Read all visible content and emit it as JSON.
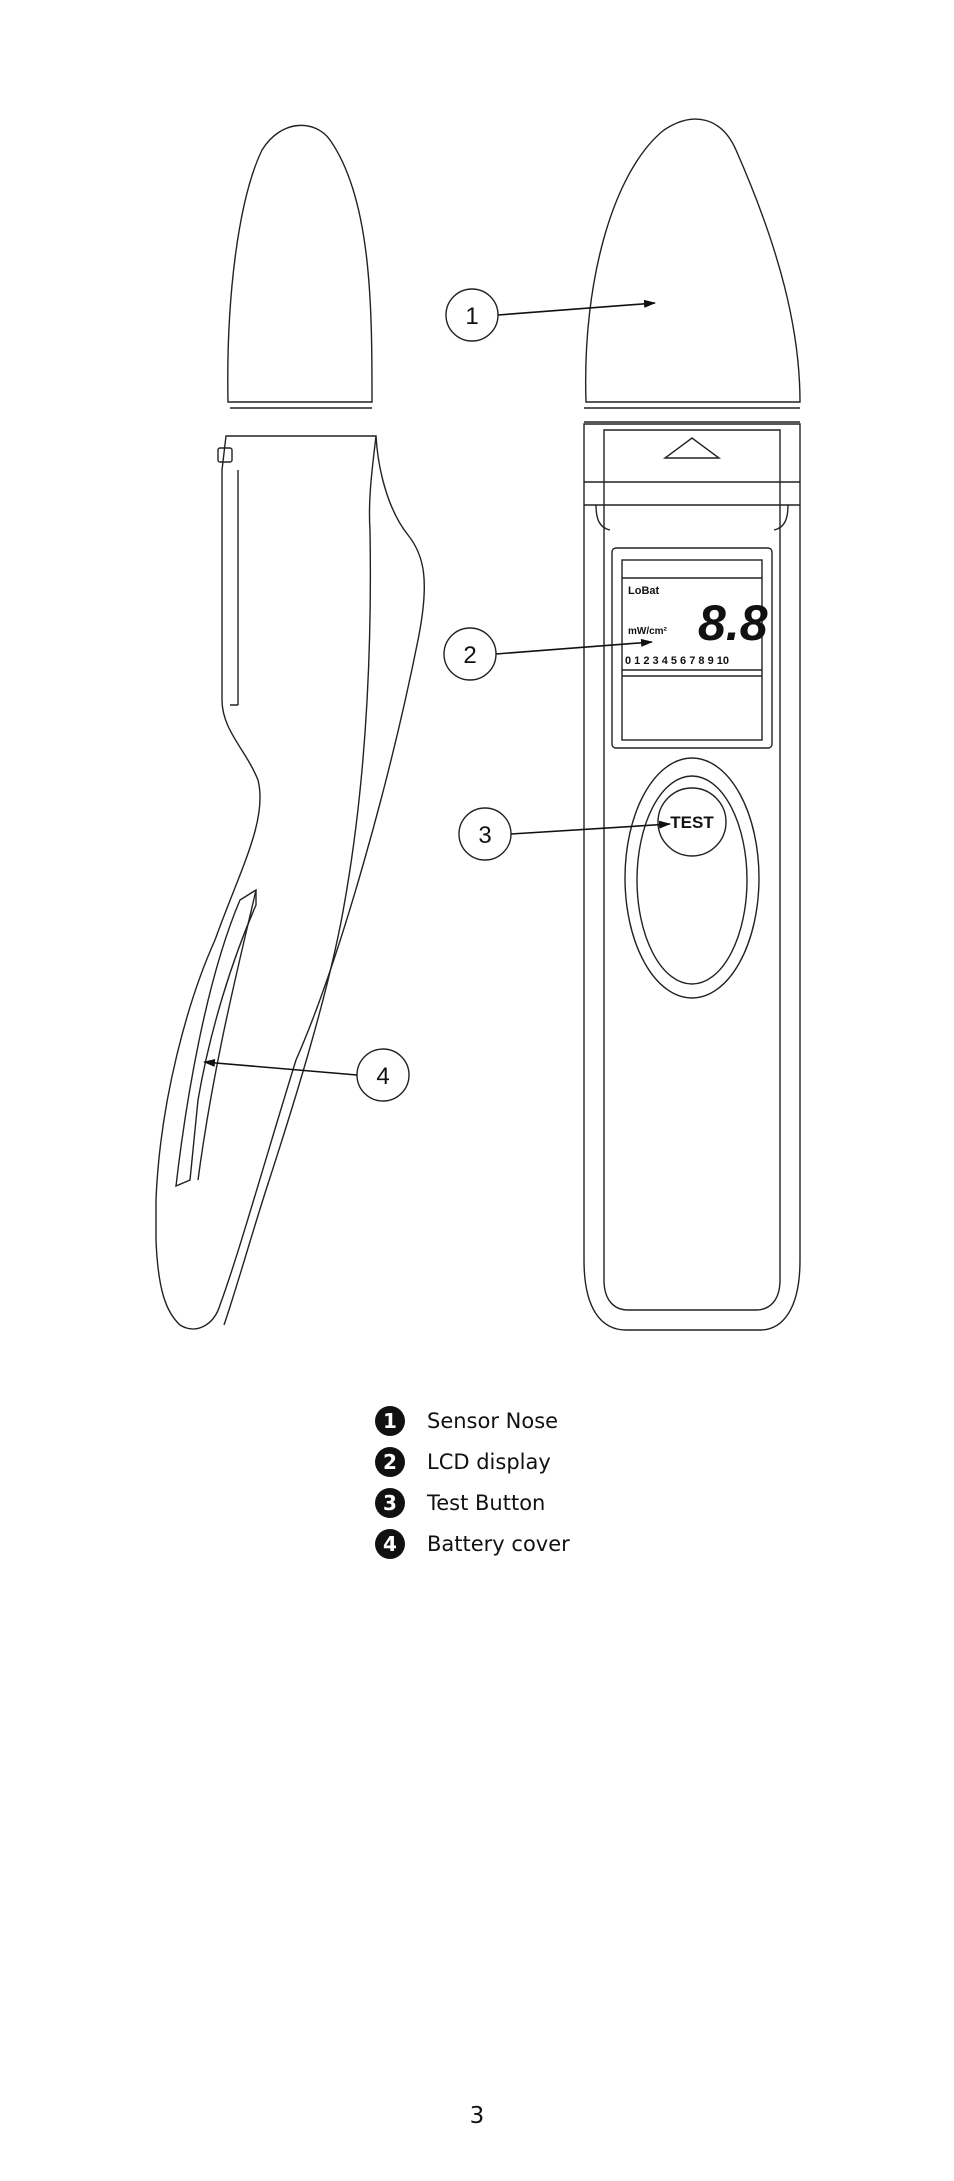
{
  "diagram": {
    "callouts": [
      {
        "number": "1"
      },
      {
        "number": "2"
      },
      {
        "number": "3"
      },
      {
        "number": "4"
      }
    ],
    "lcd": {
      "lobat": "LoBat",
      "digits": "8.8",
      "unit": "mW/cm²",
      "scale": "0 1 2 3 4 5 6 7 8 9 10"
    },
    "button_label": "TEST"
  },
  "legend": [
    {
      "number": "1",
      "label": "Sensor Nose"
    },
    {
      "number": "2",
      "label": "LCD display"
    },
    {
      "number": "3",
      "label": "Test Button"
    },
    {
      "number": "4",
      "label": "Battery cover"
    }
  ],
  "page_number": "3"
}
